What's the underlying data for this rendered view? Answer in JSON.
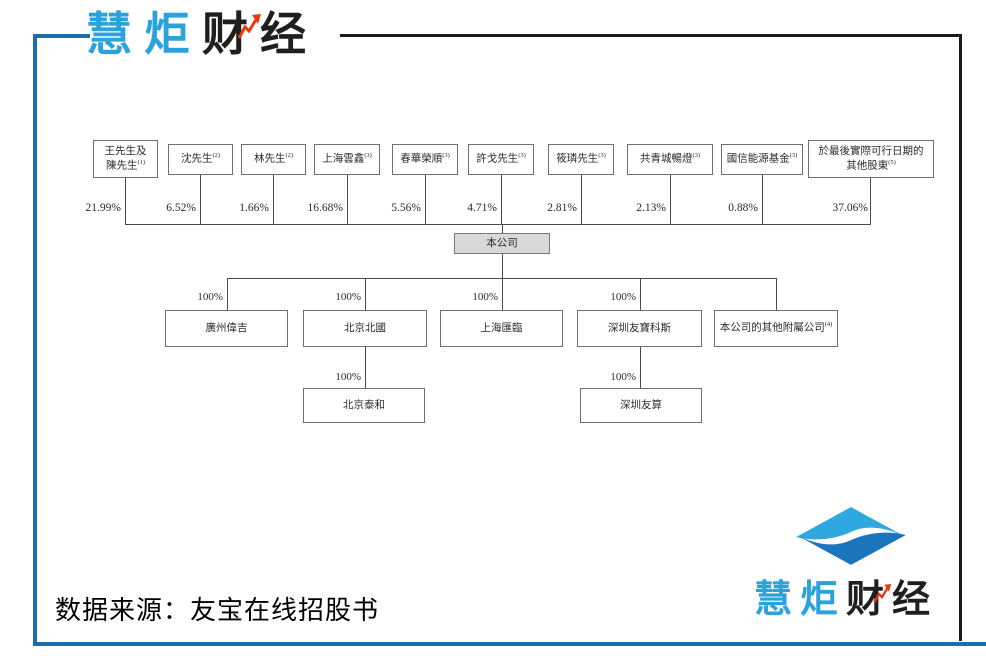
{
  "brand": {
    "name_blue": "慧炬",
    "name_dark": "财经",
    "accent_blue": "#2aa2da",
    "accent_dark_blue": "#1b75bc",
    "accent_red": "#e8380d",
    "frame_blue": "#1b6dab",
    "trend_arrow_icon": "red-upward-zigzag-arrow"
  },
  "caption": {
    "text": "数据来源：友宝在线招股书"
  },
  "org_chart": {
    "company": {
      "name": "本公司"
    },
    "shareholders": [
      {
        "name": "王先生及\n陳先生",
        "sup": "(1)",
        "pct": "21.99%"
      },
      {
        "name": "沈先生",
        "sup": "(2)",
        "pct": "6.52%"
      },
      {
        "name": "林先生",
        "sup": "(2)",
        "pct": "1.66%"
      },
      {
        "name": "上海雲鑫",
        "sup": "(3)",
        "pct": "16.68%"
      },
      {
        "name": "春華榮順",
        "sup": "(3)",
        "pct": "5.56%"
      },
      {
        "name": "許戈先生",
        "sup": "(3)",
        "pct": "4.71%"
      },
      {
        "name": "筱璘先生",
        "sup": "(3)",
        "pct": "2.81%"
      },
      {
        "name": "共青城暢燈",
        "sup": "(3)",
        "pct": "2.13%"
      },
      {
        "name": "國信能源基金",
        "sup": "(3)",
        "pct": "0.88%"
      },
      {
        "name": "於最後實際可行日期的\n其他股東",
        "sup": "(5)",
        "pct": "37.06%"
      }
    ],
    "subsidiaries": [
      {
        "name": "廣州偉吉",
        "sup": "",
        "pct": "100%"
      },
      {
        "name": "北京北國",
        "sup": "",
        "pct": "100%"
      },
      {
        "name": "上海匯臨",
        "sup": "",
        "pct": "100%"
      },
      {
        "name": "深圳友寶科斯",
        "sup": "",
        "pct": "100%"
      },
      {
        "name": "本公司的其他附屬公司",
        "sup": "(4)",
        "pct": ""
      }
    ],
    "sub_subsidiaries": [
      {
        "name": "北京泰和",
        "pct": "100%"
      },
      {
        "name": "深圳友算",
        "pct": "100%"
      }
    ]
  }
}
